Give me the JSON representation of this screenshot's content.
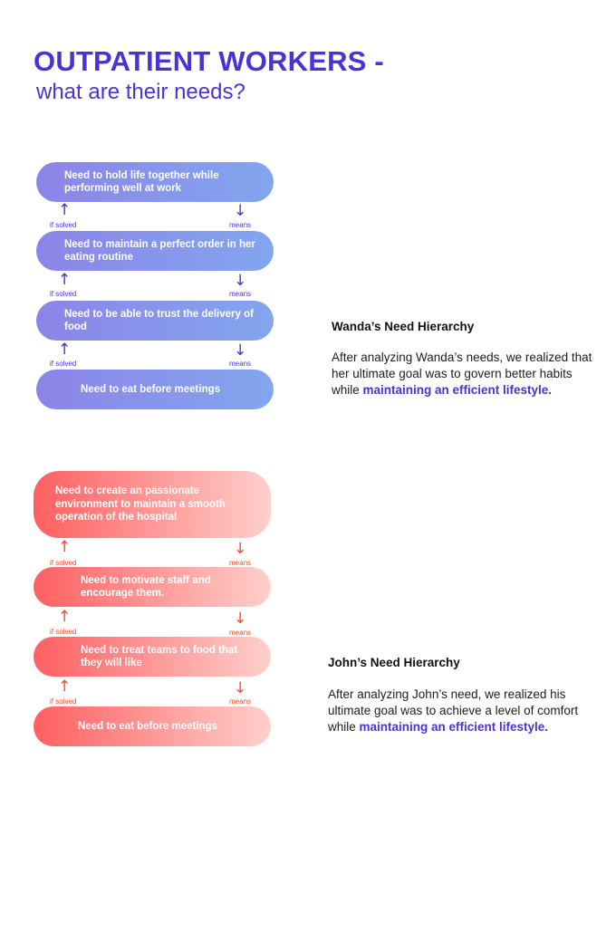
{
  "header": {
    "title": "OUTPATIENT WORKERS -",
    "subtitle": "what are their needs?"
  },
  "wanda": {
    "needs": [
      "Need to hold life together while performing well at work",
      "Need to maintain a perfect order in her eating routine",
      "Need to be able to trust the delivery of food",
      "Need to eat before meetings"
    ],
    "up_label": "if solved",
    "down_label": "means",
    "panel_title": "Wanda’s Need Hierarchy",
    "panel_text": "After analyzing Wanda’s needs, we realized that her ultimate goal was to govern better habits while ",
    "panel_highlight": "maintaining an efficient lifestyle."
  },
  "john": {
    "needs": [
      "Need to create an passionate environment to maintain a smooth operation of the hospital",
      "Need to motivate staff and encourage them.",
      "Need to treat teams to food that they will like",
      "Need to eat before meetings"
    ],
    "up_label": "if solved",
    "down_label": "means",
    "panel_title": "John’s Need Hierarchy",
    "panel_text": "After analyzing John’s need, we realized his ultimate goal was to achieve a level of comfort while ",
    "panel_highlight": "maintaining an efficient lifestyle."
  },
  "colors": {
    "accent": "#4a33d6",
    "red_accent": "#f04b2c"
  }
}
